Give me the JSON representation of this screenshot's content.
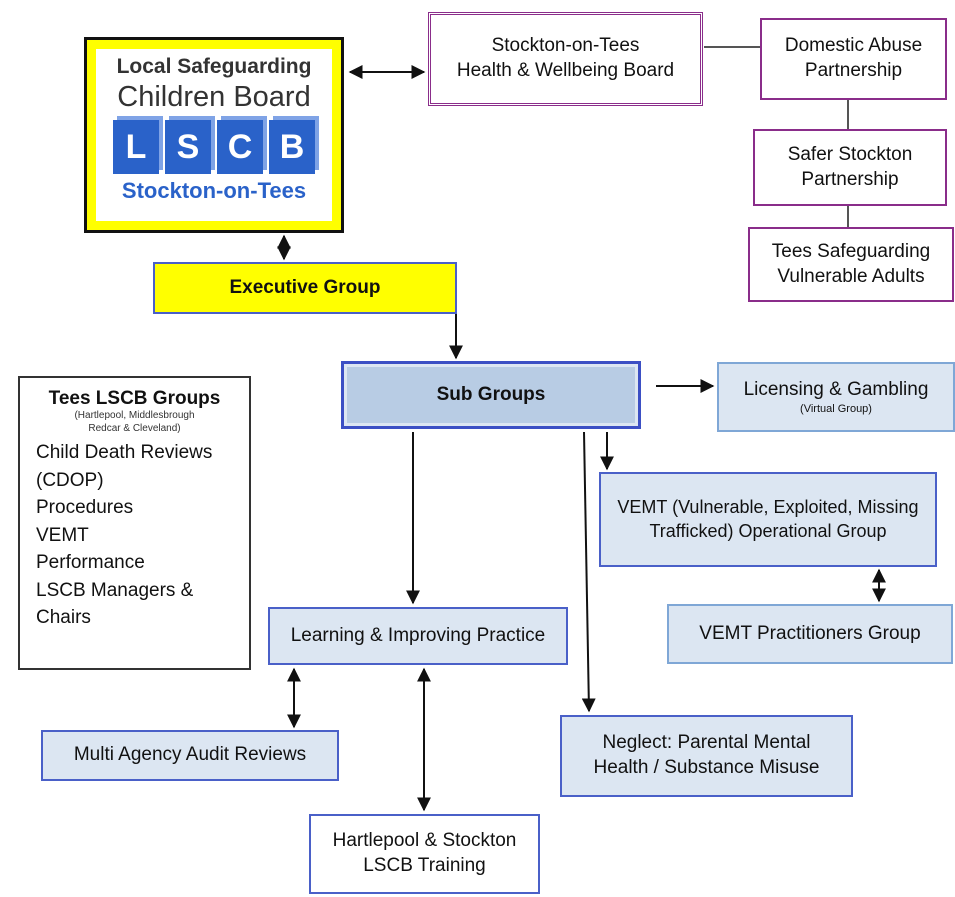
{
  "logo": {
    "line1": "Local Safeguarding",
    "line2": "Children Board",
    "letters": [
      "L",
      "S",
      "C",
      "B"
    ],
    "town": "Stockton-on-Tees"
  },
  "boxes": {
    "health_board": [
      "Stockton-on-Tees",
      "Health & Wellbeing Board"
    ],
    "domestic_abuse": [
      "Domestic Abuse",
      "Partnership"
    ],
    "safer_stockton": [
      "Safer Stockton",
      "Partnership"
    ],
    "tees_adults": [
      "Tees Safeguarding",
      "Vulnerable Adults"
    ],
    "executive": "Executive Group",
    "sub_groups": "Sub Groups",
    "licensing": "Licensing & Gambling",
    "licensing_note": "(Virtual Group)",
    "vemt_op": [
      "VEMT (Vulnerable, Exploited, Missing",
      "Trafficked) Operational Group"
    ],
    "vemt_prac": "VEMT Practitioners Group",
    "learning": "Learning & Improving Practice",
    "multi_agency": "Multi Agency Audit Reviews",
    "neglect": [
      "Neglect: Parental Mental",
      "Health / Substance Misuse"
    ],
    "training": [
      "Hartlepool & Stockton",
      "LSCB Training"
    ]
  },
  "tees_groups": {
    "title": "Tees LSCB Groups",
    "subtitle": [
      "(Hartlepool, Middlesbrough",
      "Redcar & Cleveland)"
    ],
    "items": [
      "Child Death Reviews",
      "(CDOP)",
      "Procedures",
      "VEMT",
      "Performance",
      "LSCB Managers &",
      "Chairs"
    ]
  },
  "colors": {
    "purple_border": "#8a2d8a",
    "blue_border": "#4a60c8",
    "yellow": "#ffff00",
    "light_blue_fill": "#dce6f2",
    "logo_blue": "#2a62c9"
  }
}
